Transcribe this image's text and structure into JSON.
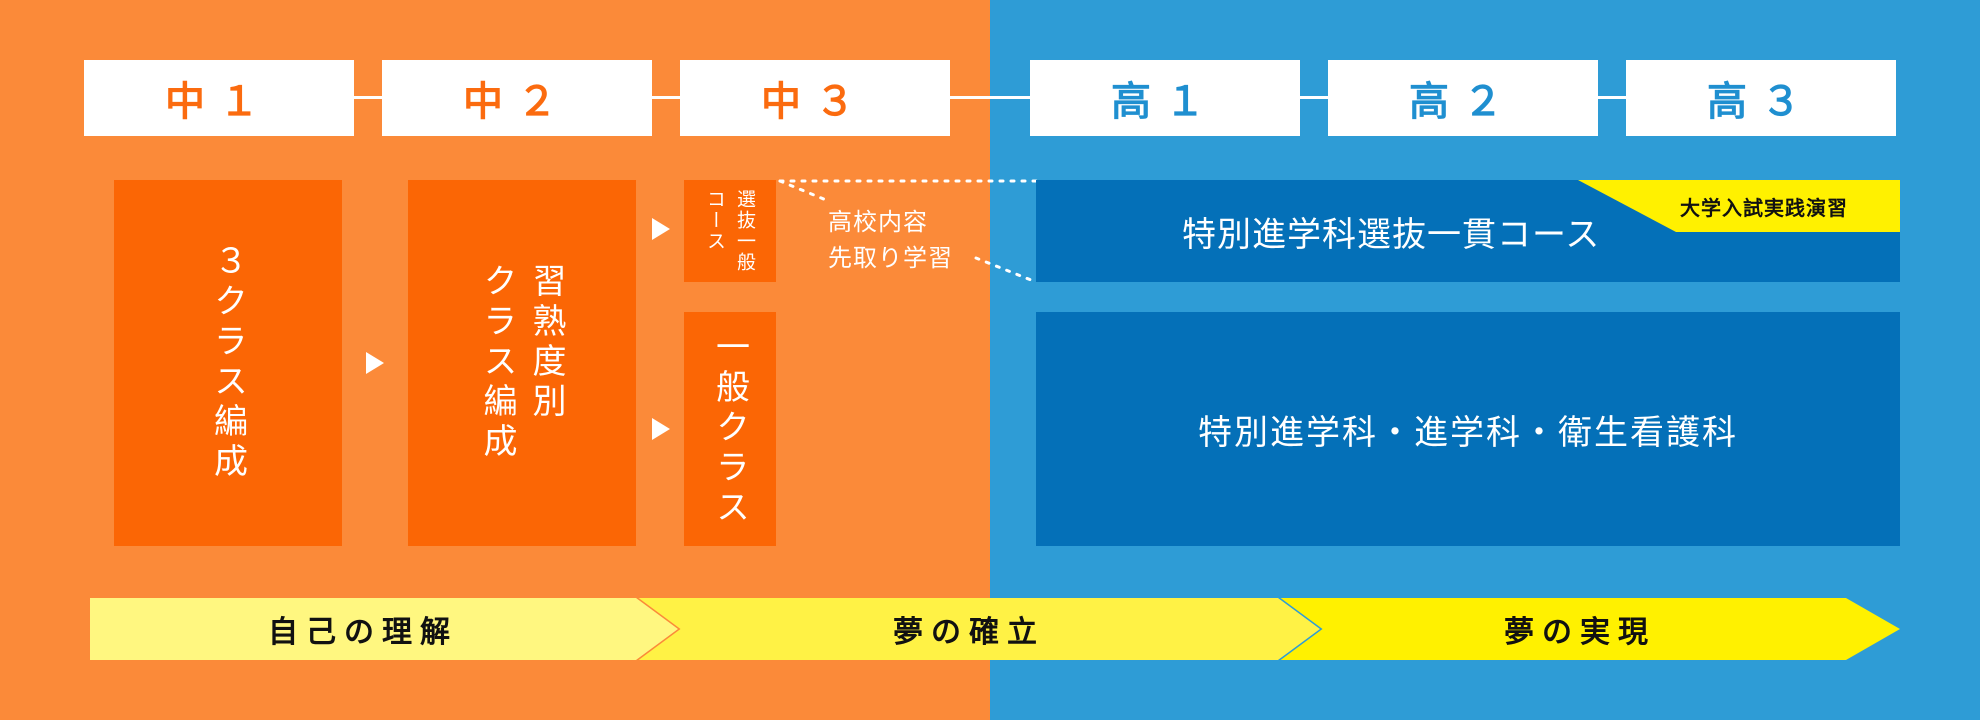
{
  "colors": {
    "orange_bg": "#fb8a39",
    "orange_box": "#fb6605",
    "orange_text": "#fb6b0f",
    "blue_bg": "#2e9cd6",
    "blue_box": "#0470b8",
    "blue_text": "#1f8fd0",
    "yellow": "#fff100",
    "yellow_light": "#fff780",
    "yellow_mid": "#fff245"
  },
  "grades": {
    "m1": "中１",
    "m2": "中２",
    "m3": "中３",
    "h1": "高１",
    "h2": "高２",
    "h3": "高３"
  },
  "middle": {
    "m1_box": "３クラス編成",
    "m2_box_line1": "習熟度別",
    "m2_box_line2": "クラス編成",
    "m3_select_line1": "選抜一般",
    "m3_select_line2": "コース",
    "m3_general": "一般クラス"
  },
  "note": {
    "line1": "高校内容",
    "line2": "先取り学習"
  },
  "high": {
    "special_course": "特別進学科選抜一貫コース",
    "badge": "大学入試実践演習",
    "departments": "特別進学科・進学科・衛生看護科"
  },
  "stages": {
    "s1": "自己の理解",
    "s2": "夢の確立",
    "s3": "夢の実現"
  }
}
